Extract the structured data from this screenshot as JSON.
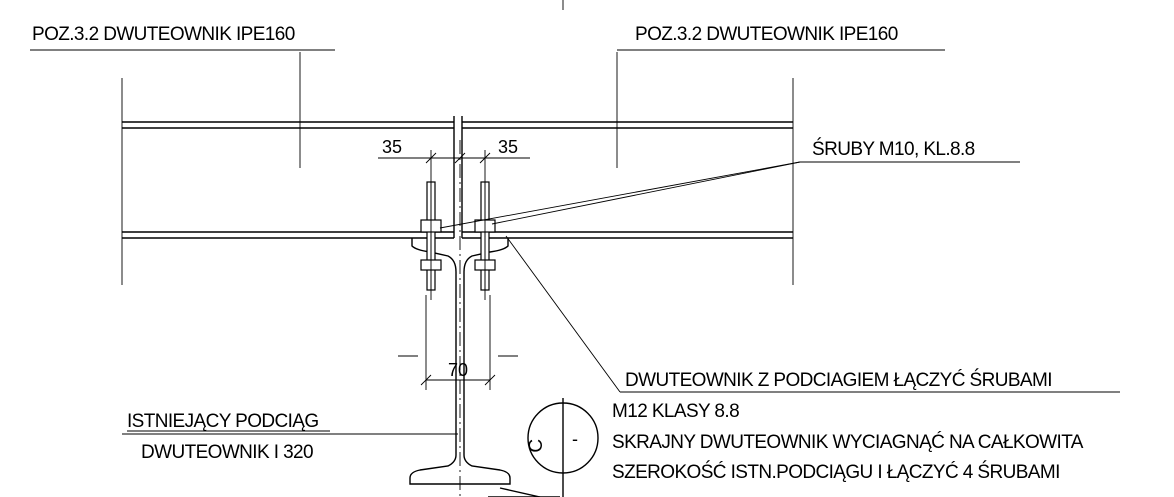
{
  "labels": {
    "beam_left": "POZ.3.2 DWUTEOWNIK IPE160",
    "beam_right": "POZ.3.2 DWUTEOWNIK IPE160",
    "bolts": "ŚRUBY M10, KL.8.8",
    "existing_line1": "ISTNIEJĄCY PODCIĄG",
    "existing_line2": "DWUTEOWNIK I 320",
    "note_line1": "DWUTEOWNIK Z PODCIAGIEM ŁĄCZYĆ ŚRUBAMI",
    "note_line2": "M12 KLASY 8.8",
    "note_line3": "SKRAJNY DWUTEOWNIK WYCIAGNĄĆ NA CAŁKOWITA",
    "note_line4": "SZEROKOŚĆ ISTN.PODCIĄGU I ŁĄCZYĆ 4 ŚRUBAMI"
  },
  "dimensions": {
    "left_offset": "35",
    "right_offset": "35",
    "bolt_spacing": "70"
  },
  "section_mark": {
    "letter": "C",
    "sheet": "-"
  }
}
